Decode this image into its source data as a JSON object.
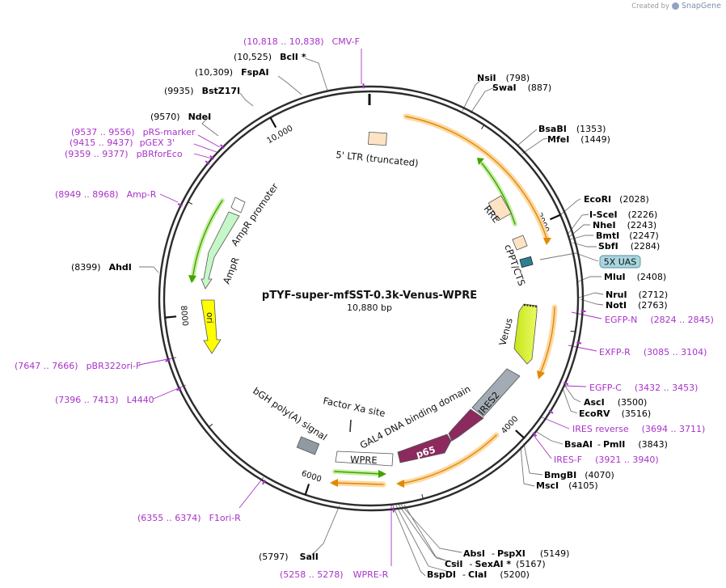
{
  "credit": {
    "prefix": "Created by",
    "brand": "SnapGene"
  },
  "plasmid": {
    "name": "pTYF-super-mfSST-0.3k-Venus-WPRE",
    "size": "10,880 bp",
    "length": 10880
  },
  "tick_labels": [
    {
      "bp": 2000,
      "text": "2000"
    },
    {
      "bp": 4000,
      "text": "4000"
    },
    {
      "bp": 6000,
      "text": "6000"
    },
    {
      "bp": 8000,
      "text": "8000"
    },
    {
      "bp": 10000,
      "text": "10,000"
    }
  ],
  "features": [
    {
      "name": "5' LTR (truncated)",
      "type": "box",
      "color": "#fde3c4"
    },
    {
      "name": "RRE",
      "type": "box",
      "color": "#fde3c4"
    },
    {
      "name": "cPPT/CTS",
      "type": "box",
      "color": "#fde3c4"
    },
    {
      "name": "5X UAS",
      "type": "box",
      "color": "#3a8ea0"
    },
    {
      "name": "Venus",
      "type": "arrow",
      "color": "#d9f026"
    },
    {
      "name": "IRES2",
      "type": "box",
      "color": "#a3acb5"
    },
    {
      "name": "GAL4 DNA binding domain",
      "type": "arrow",
      "color": "#8c2a5e"
    },
    {
      "name": "p65",
      "type": "arrow",
      "color": "#8c2a5e"
    },
    {
      "name": "WPRE",
      "type": "box",
      "color": "#ffffff"
    },
    {
      "name": "Factor Xa site",
      "type": "box",
      "color": "#555555"
    },
    {
      "name": "bGH poly(A) signal",
      "type": "box",
      "color": "#8f9aa3"
    },
    {
      "name": "ori",
      "type": "arrow",
      "color": "#ffff00"
    },
    {
      "name": "AmpR",
      "type": "arrow",
      "color": "#c6f7c8"
    },
    {
      "name": "AmpR promoter",
      "type": "arrow",
      "color": "#ffffff"
    }
  ],
  "enzyme_sites": [
    {
      "name": "NsiI",
      "pos": "(798)"
    },
    {
      "name": "SwaI",
      "pos": "(887)"
    },
    {
      "name": "BsaBI",
      "pos": "(1353)"
    },
    {
      "name": "MfeI",
      "pos": "(1449)"
    },
    {
      "name": "EcoRI",
      "pos": "(2028)"
    },
    {
      "name": "I-SceI",
      "pos": "(2226)"
    },
    {
      "name": "NheI",
      "pos": "(2243)"
    },
    {
      "name": "BmtI",
      "pos": "(2247)"
    },
    {
      "name": "SbfI",
      "pos": "(2284)"
    },
    {
      "name": "MluI",
      "pos": "(2408)"
    },
    {
      "name": "NruI",
      "pos": "(2712)"
    },
    {
      "name": "NotI",
      "pos": "(2763)"
    },
    {
      "name": "AscI",
      "pos": "(3500)"
    },
    {
      "name": "EcoRV",
      "pos": "(3516)"
    },
    {
      "name": "BsaAI",
      "pos": "(3843)"
    },
    {
      "name": "BmgBI",
      "pos": "(4070)"
    },
    {
      "name": "MscI",
      "pos": "(4105)"
    },
    {
      "name": "SalI",
      "pos": "(5797)"
    },
    {
      "name": "AhdI",
      "pos": "(8399)"
    },
    {
      "name": "NdeI",
      "pos": "(9570)"
    },
    {
      "name": "BstZ17I",
      "pos": "(9935)"
    },
    {
      "name": "FspAI",
      "pos": "(10,309)"
    },
    {
      "name": "BclI",
      "pos": "(10,525)"
    }
  ],
  "enzyme_groups": [
    {
      "a": "BsaAI",
      "b": "PmlI",
      "pos": "(3843)"
    },
    {
      "a": "AbsI",
      "b": "PspXI",
      "pos": "(5149)"
    },
    {
      "a": "CsiI",
      "b": "SexAI *",
      "pos": "(5167)"
    },
    {
      "a": "BspDI",
      "b": "ClaI",
      "pos": "(5200)"
    }
  ],
  "bclI_star": "*",
  "primers": [
    {
      "name": "CMV-F",
      "range": "(10,818 .. 10,838)"
    },
    {
      "name": "pRS-marker",
      "range": "(9537 .. 9556)"
    },
    {
      "name": "pGEX 3'",
      "range": "(9415 .. 9437)"
    },
    {
      "name": "pBRforEco",
      "range": "(9359 .. 9377)"
    },
    {
      "name": "Amp-R",
      "range": "(8949 .. 8968)"
    },
    {
      "name": "pBR322ori-F",
      "range": "(7647 .. 7666)"
    },
    {
      "name": "L4440",
      "range": "(7396 .. 7413)"
    },
    {
      "name": "F1ori-R",
      "range": "(6355 .. 6374)"
    },
    {
      "name": "WPRE-R",
      "range": "(5258 .. 5278)"
    },
    {
      "name": "EGFP-N",
      "range": "(2824 .. 2845)"
    },
    {
      "name": "EXFP-R",
      "range": "(3085 .. 3104)"
    },
    {
      "name": "EGFP-C",
      "range": "(3432 .. 3453)"
    },
    {
      "name": "IRES reverse",
      "range": "(3694 .. 3711)"
    },
    {
      "name": "IRES-F",
      "range": "(3921 .. 3940)"
    }
  ],
  "colors": {
    "primer": "#a833c8",
    "backbone": "#333333",
    "orf_glow": "#fdd9a6",
    "orf_line": "#e08a00",
    "green_line": "#3fa400"
  }
}
